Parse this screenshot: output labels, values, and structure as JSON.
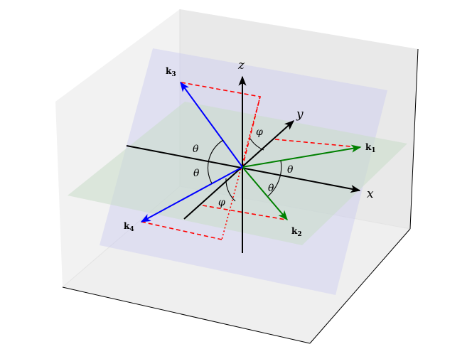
{
  "axes": {
    "x": "x",
    "y": "y",
    "z": "z"
  },
  "vectors": [
    {
      "id": "k1",
      "symbol": "k",
      "subscript": "1",
      "color": "#008000"
    },
    {
      "id": "k2",
      "symbol": "k",
      "subscript": "2",
      "color": "#008000"
    },
    {
      "id": "k3",
      "symbol": "k",
      "subscript": "3",
      "color": "#0000ff"
    },
    {
      "id": "k4",
      "symbol": "k",
      "subscript": "4",
      "color": "#0000ff"
    }
  ],
  "angles": {
    "theta": "θ",
    "phi": "φ"
  },
  "colors": {
    "horizontal_plane": "#c8dcc8",
    "vertical_plane": "#c8c8f0",
    "projection_lines": "#ff0000",
    "axes": "#000000"
  }
}
